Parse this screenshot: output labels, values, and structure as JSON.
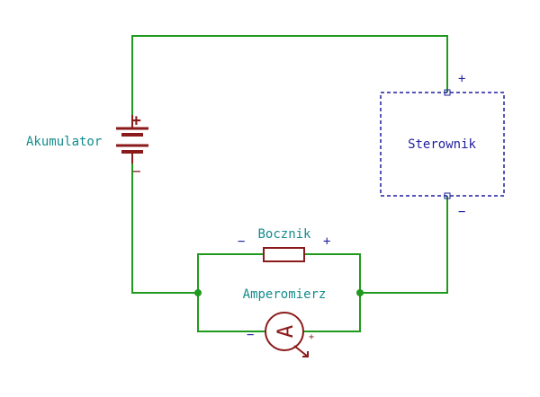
{
  "labels": {
    "battery": "Akumulator",
    "controller": "Sterownik",
    "shunt": "Bocznik",
    "ammeter": "Amperomierz",
    "ammeter_symbol": "A"
  },
  "polarity": {
    "battery_plus": "+",
    "battery_minus": "−",
    "controller_plus": "+",
    "controller_minus": "−",
    "shunt_minus": "−",
    "shunt_plus": "+",
    "ammeter_minus": "−",
    "ammeter_plus": "+"
  },
  "colors": {
    "wire": "#1f9a1f",
    "component": "#8b1a1a",
    "label": "#148c8c",
    "controller_border": "#1f1f9e",
    "controller_text": "#1f1f9e",
    "polarity": "#1f1f9e",
    "junction": "#1f9a1f"
  }
}
